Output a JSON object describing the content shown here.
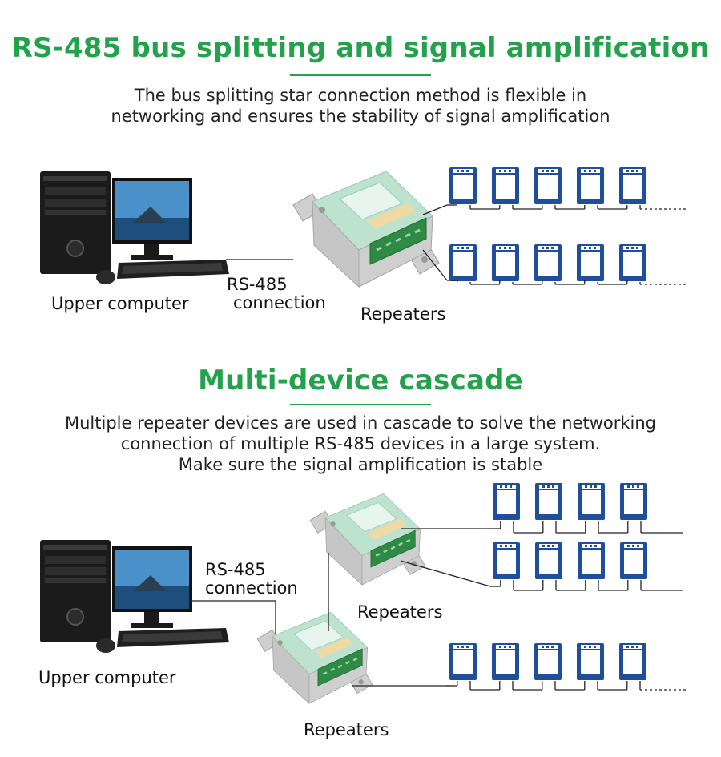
{
  "section1": {
    "title": "RS-485 bus splitting and signal amplification",
    "desc_lines": [
      "The bus splitting star connection method is flexible in",
      "networking and ensures the stability of signal amplification"
    ],
    "computer_label": "Upper computer",
    "connection_label_lines": [
      "RS-485",
      "connection"
    ],
    "repeater_label": "Repeaters"
  },
  "section2": {
    "title": "Multi-device cascade",
    "desc_lines": [
      "Multiple repeater devices are used in cascade to solve the networking",
      "connection of  multiple RS-485 devices in a large system.",
      "Make sure the signal amplification is stable"
    ],
    "computer_label": "Upper computer",
    "connection_label_lines": [
      "RS-485",
      "connection"
    ],
    "repeater_label_top": "Repeaters",
    "repeater_label_bottom": "Repeaters"
  },
  "colors": {
    "accent_green": "#23a14b",
    "device_blue": "#1f4f9a",
    "line": "#222222"
  }
}
